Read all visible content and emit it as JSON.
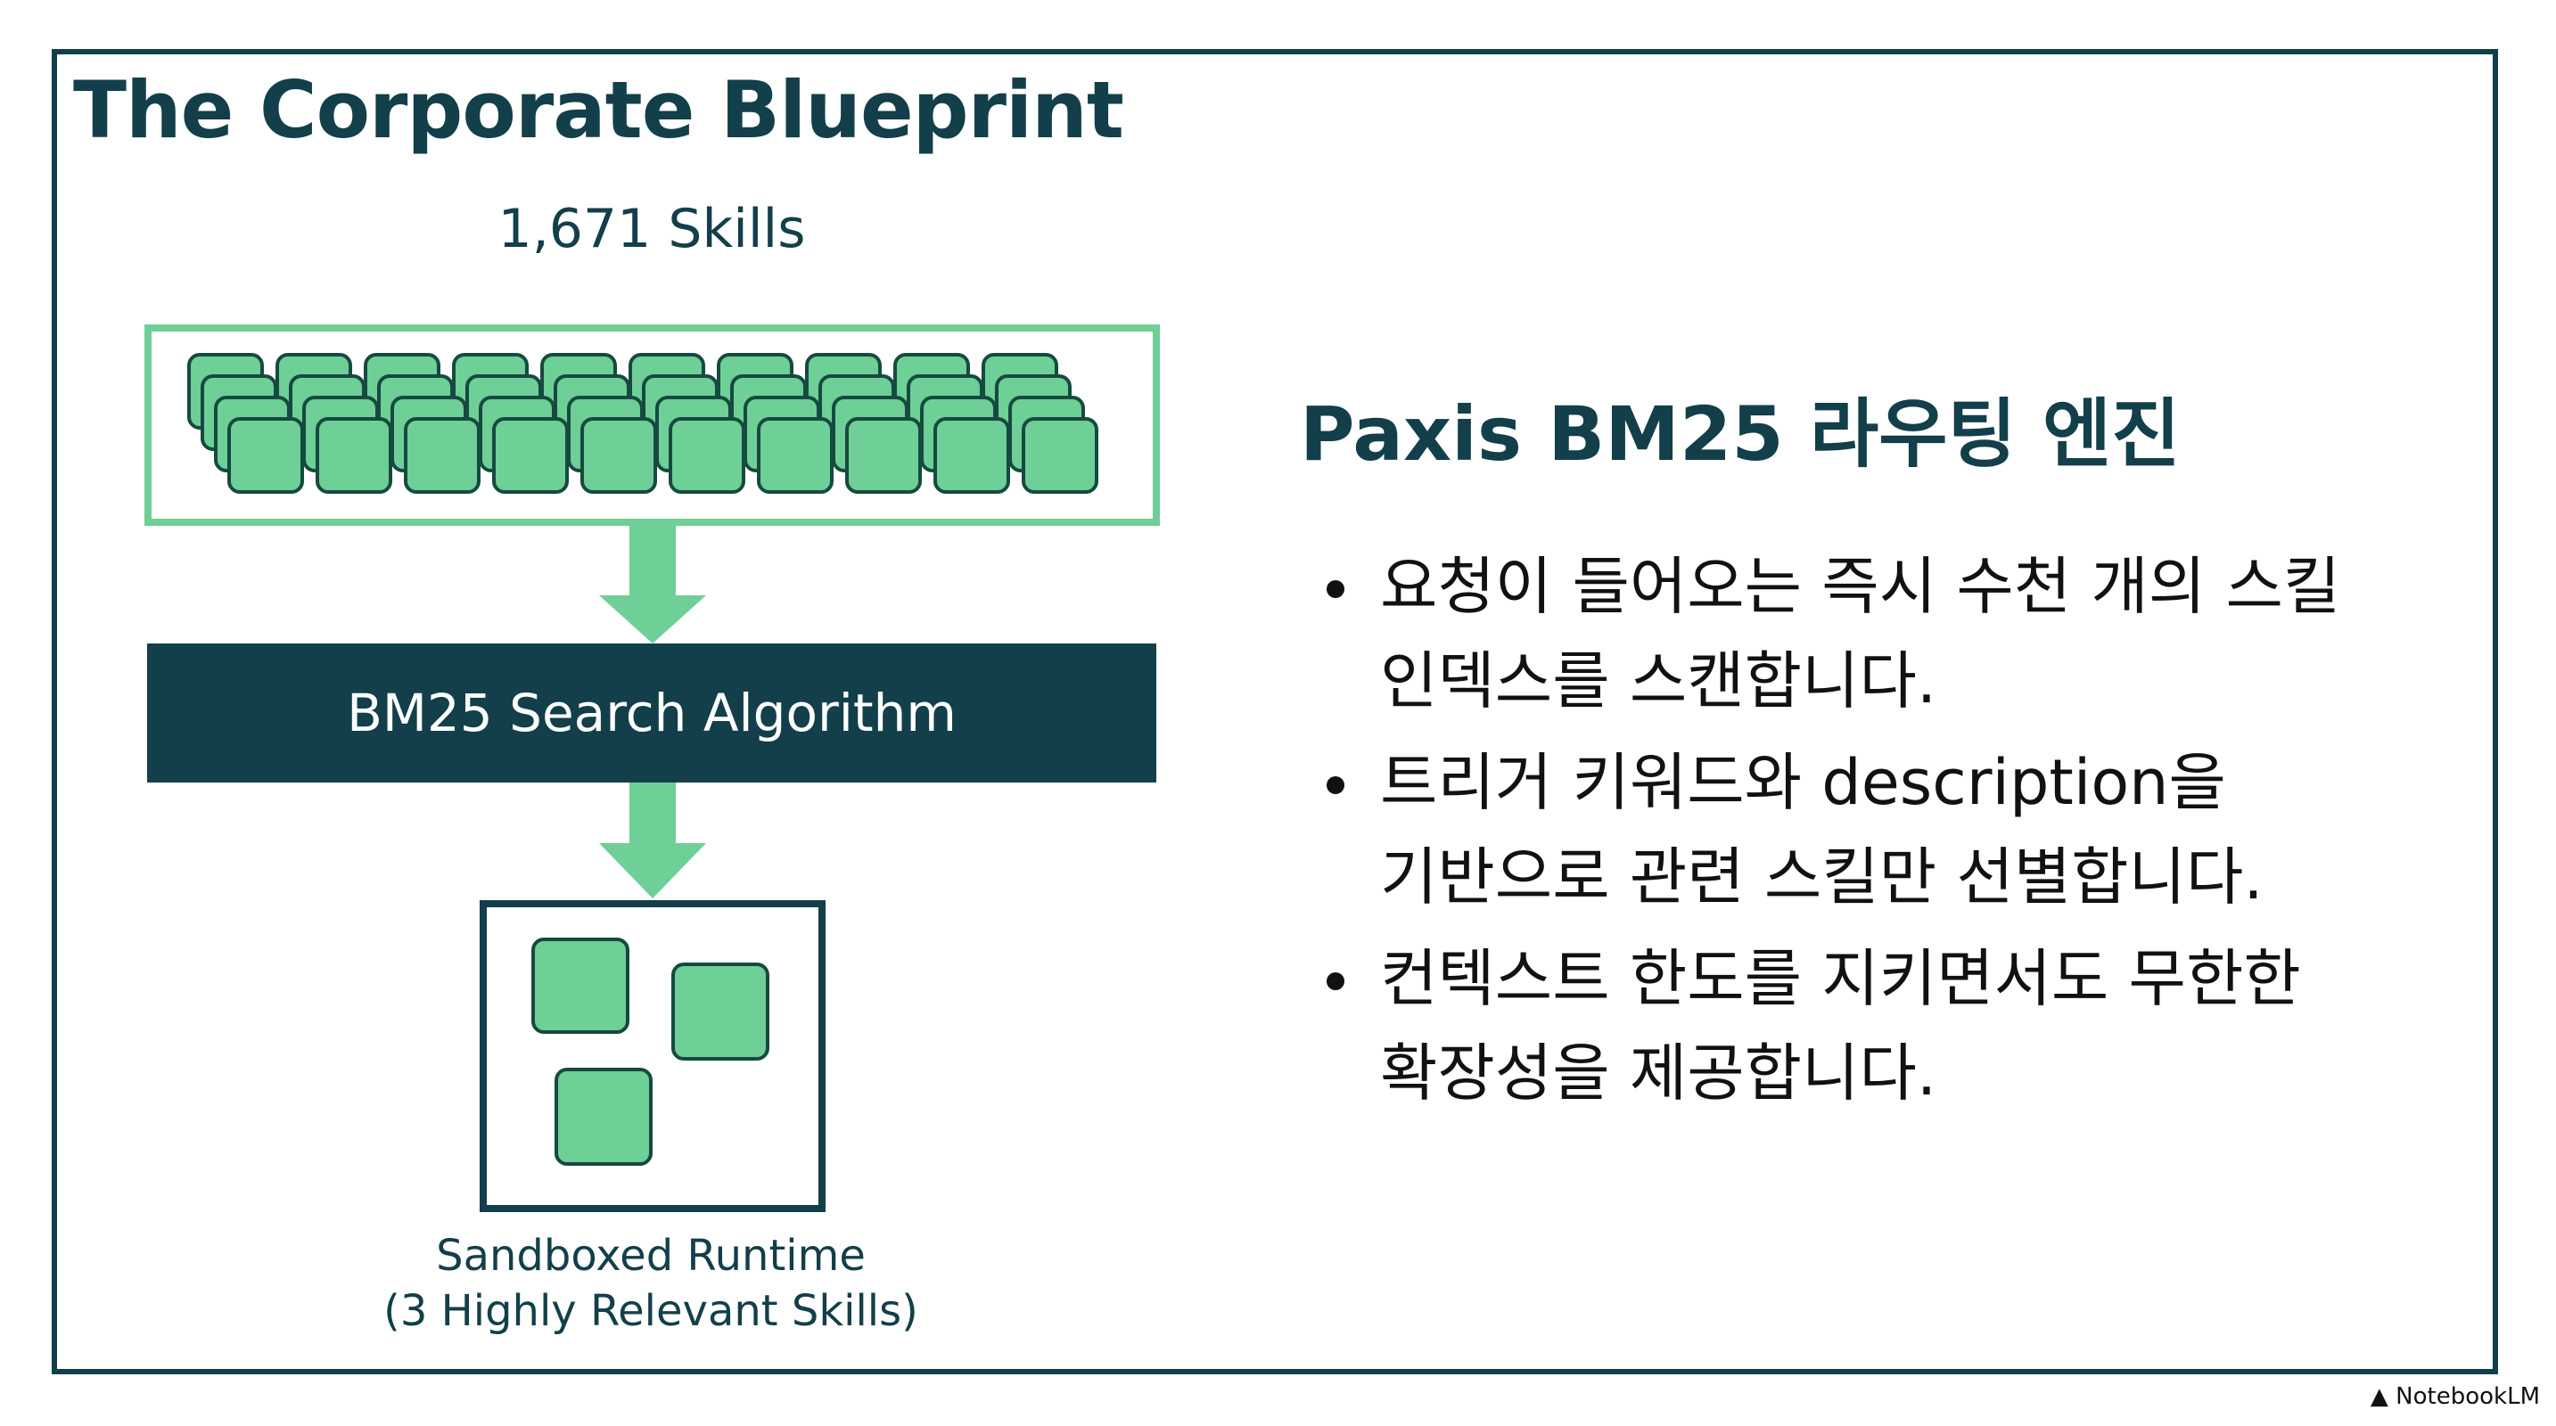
{
  "slide": {
    "title": "The Corporate Blueprint"
  },
  "diagram": {
    "skills_label": "1,671 Skills",
    "algorithm_label": "BM25 Search Algorithm",
    "runtime_caption_line1": "Sandboxed Runtime",
    "runtime_caption_line2": "(3 Highly Relevant Skills)",
    "colors": {
      "accent_green": "#6ecf97",
      "tile_fill": "#6ecf97",
      "tile_stroke": "#164a40",
      "dark_teal": "#123f4a"
    }
  },
  "engine": {
    "title": "Paxis BM25 라우팅 엔진",
    "bullets": [
      {
        "line1": "요청이 들어오는 즉시 수천 개의 스킬",
        "line2": "인덱스를 스캔합니다."
      },
      {
        "line1": "트리거 키워드와 description을",
        "line2": "기반으로 관련 스킬만 선별합니다."
      },
      {
        "line1": "컨텍스트 한도를 지키면서도 무한한",
        "line2": "확장성을 제공합니다."
      }
    ]
  },
  "watermark": {
    "icon": "notebooklm-logo-icon",
    "label": "NotebookLM"
  }
}
